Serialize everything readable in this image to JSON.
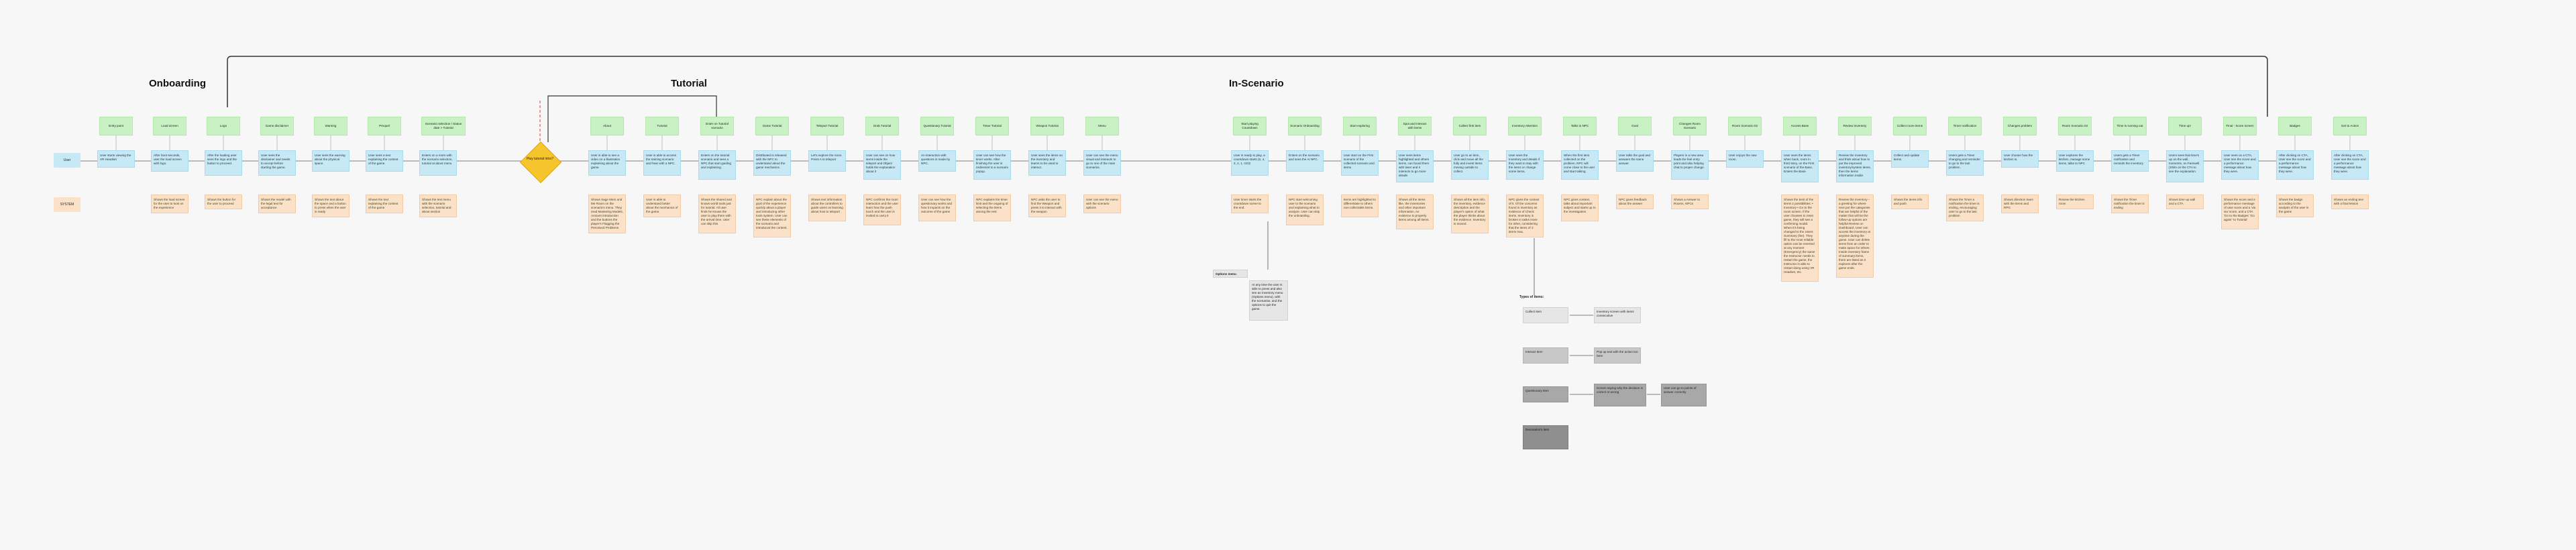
{
  "sections": {
    "onboarding": "Onboarding",
    "tutorial": "Tutorial",
    "in_scenario": "In-Scenario"
  },
  "lane_labels": {
    "user": "User",
    "system": "SYSTEM"
  },
  "decision": "Play tutorial intro?",
  "nodes": [
    {
      "title": "Entry point",
      "user": "User starts viewing the VR Headset",
      "system": ""
    },
    {
      "title": "Load screen",
      "user": "After boot seconds, user the load screen with logo.",
      "system": "Shows the load screen for the user to look on the experience"
    },
    {
      "title": "Logo",
      "user": "After the loading user sees the logo and the button to proceed.",
      "system": "Shows the button for the user to proceed"
    },
    {
      "title": "Game disclaimer",
      "user": "User sees the disclaimer and needs to accept before starting the game.",
      "system": "Shows the model with the legal text for acceptance"
    },
    {
      "title": "Warning",
      "user": "User sees the warning about the physical space.",
      "system": "Shows the text about the space and a button to press when the user is ready"
    },
    {
      "title": "Prequel",
      "user": "User sees a text explaining the context of the game.",
      "system": "Shows the text explaining the context of the game"
    },
    {
      "title": "Scenario selection / Status date > Tutorial",
      "user": "Enters on a room with the scenario selection, tutorial at about menu",
      "system": "Shows the text menu with the scenario selection, tutorial and about section"
    },
    {
      "title": "About",
      "user": "User is able to see a video on a illustration explaining about the game.",
      "system": "Shows Sage Mom and Me Room on the scenario's menu. They read Mastering Models, Amount introduction and the buttons the player's Flagging the Perceived Problems"
    },
    {
      "title": "Tutorial",
      "user": "User is able to access the training scenario and hear with a NPC.",
      "system": "User is able to understand better about the mechanics of the game."
    },
    {
      "title": "Enter on Tutorial scenario",
      "user": "Enters on the tutorial scenario and sees a NPC that start guiding and explaining.",
      "system": "Shows the shared and knows world tools just for tutorial. All user finds he knows the user to play them with the arrival time. User can skip this"
    },
    {
      "title": "Game Tutorial",
      "user": "Distributed is released with the NPC to understand about the game mechanics.",
      "system": "NPC explain about the goal of the experience quickly about a player and introducing other tools system. User can see these elements of the scenario and introduced the content."
    },
    {
      "title": "Teleport Tutorial",
      "user": "Let's explore the room. Press A to teleport",
      "system": "Shows text information about the controllers to guide users on learning about how to teleport"
    },
    {
      "title": "Grab Tutorial",
      "user": "User can see on how items inside the teleport and Object holds the explanation about it",
      "system": "NPC confirms the room interaction and the user learn how the push touch and the user is invited to carry it"
    },
    {
      "title": "Questionary Tutorial",
      "user": "An interaction with questions is made by NPC.",
      "system": "User can see how the questionary works and how it impacts on the outcome of the game"
    },
    {
      "title": "Timer Tutorial",
      "user": "User can see how the timer works. After finishing the user is redirected to a scenario popup.",
      "system": "NPC explains the timer limit and the ongoing of selecting the items among the rest"
    },
    {
      "title": "Weapon Tutorial",
      "user": "User sees the items on the inventory and learns to be used to interact.",
      "system": "NPC asks the user to find the Weapon and press it to interact with the weapon"
    },
    {
      "title": "Menu",
      "user": "User can see the menu visual and interacts to go to one of the main scenarios.",
      "system": "User can see the menu with the scenario options"
    },
    {
      "title": "Start playing Countdown",
      "user": "User is ready to play, a countdown starts (5, 4, 3, 2, 1, GO)!",
      "system": "User timer starts the countdown scene to the end."
    },
    {
      "title": "Scenario Onboarding",
      "user": "Enters on the scenario and sees the AI NPC.",
      "system": "NPC start welcoming user to the scenario and explaining what to analyze. User can skip the onboarding."
    },
    {
      "title": "Start exploring",
      "user": "User start on the First scenario of the collected scenario and items.",
      "system": "Items are highlighted to differentiate to others non-collectable items."
    },
    {
      "title": "Spot and Interact with items",
      "user": "User sees items highlighted and others items, can found them with laser and it interacts to go more details",
      "system": "Shows all the items like, the inventories and other important information. As evidence to properly items among all items."
    },
    {
      "title": "Collect first item",
      "user": "User go to an item, click and move all the fully and invest items moving outside to collect.",
      "system": "Shows all the item info, the inventory, evidence description and the player's option of what the player thinks about the evidence. Inventory is moved."
    },
    {
      "title": "Inventory Attention",
      "user": "User sees the Inventory and details if they want to stay with the items or change some items.",
      "system": "NPC gives the context of it. Of the concerns found in inventory as evidence of Check items. Inventory is broken in tasks more for other, considering that the items of 3 items max."
    },
    {
      "title": "Talks to NPC",
      "user": "When the first item collected on the problem, NPC will come close to the user and start talking.",
      "system": "NPC gives context, talks about important subject and starts up to the investigation"
    },
    {
      "title": "Goal",
      "user": "User talks the goal and answers the same answer.",
      "system": "NPC gives feedback about the answer"
    },
    {
      "title": "Changes Room Scenario",
      "user": "Players in a new area leads the feel entry point and also helping chat to proper change.",
      "system": "Shows a Answer to Rooms, NPCs"
    },
    {
      "title": "Room Scenario 02",
      "user": "User enjoys the new room.",
      "system": ""
    },
    {
      "title": "Access Base",
      "user": "User sees the items when back, room in third story, on the First scenario of the Base, Enters the Base.",
      "system": "Shows the best of the items 2 possibilities: • Inventory • Go to the room screen. If the user chooses to reset game, they will see a confirming modal. When it's being changed to the Users Summary (fire). They fill to the most reliable option can be reverted at any moment (Emergency) the same the Instructor needs to restart the game, the Instructor is able to restart doing using VR Headset, etc."
    },
    {
      "title": "Review inventory",
      "user": "Review the inventory and think about how to put the improved inventory/system items, then the items information inside.",
      "system": "Review the inventory – a greeting for where next put the categories that are helpful of the matter that will be the follow-up options are helpful-Review on Dashboard. User can access the inventory at anytime during the game. User can delete items from an order to make space for others. Inside inventory frame of summary items, there are listed as it explores after the game ends."
    },
    {
      "title": "Collect more items",
      "user": "Collect and update items.",
      "system": "Shows the items info and push"
    },
    {
      "title": "Timer notification",
      "user": "Users gets a Timer changing and reminder to go to the last problem.",
      "system": "Shows the Timer a notification the timer is ending, encouraging user to go to the last problem"
    },
    {
      "title": "Changes problem",
      "user": "User choose how the kitchen is.",
      "system": "Shows direction team with the items and RPG"
    },
    {
      "title": "Room Scenario 03",
      "user": "User explores the kitchen, manage some items, talks to NPC",
      "system": "Review the kitchen room"
    },
    {
      "title": "Time is running out",
      "user": "Users gets a Timer notification and reminds the inventory",
      "system": "Shows the Timer notification the timer is ending"
    },
    {
      "title": "Time up!",
      "user": "Users sees that time's up on the wall, moments, on Farewell. (Shits on the CTA to see the explanation.",
      "system": "Shows time up wall and a CTA"
    },
    {
      "title": "Final - Score screen",
      "user": "User sees on a CTA, User see the score and a performance message about how they were.",
      "system": "Shows the score and a performance message of user score and a 'via via' score, and a CTA 'Go to the Badges' 'Go again' 'to Tutorial'"
    },
    {
      "title": "Badges",
      "user": "After clicking on CTA, User see the score and a performance message about how they were.",
      "system": "Shows the badge according to the analysis of the user in the game"
    },
    {
      "title": "Get to Action",
      "user": "After clicking on CTA, User see the score and a performance message about how they were.",
      "system": "Shows an ending text with a final lesson"
    }
  ],
  "menu_options": {
    "title": "Options menu",
    "text": "At any time the user is able to press and also see an inventory menu (Options menu), with the scenarios, and the options to quit the game."
  },
  "legend": {
    "title": "Types of items:",
    "rows": [
      {
        "item": "Collect item",
        "result": "Inventory screen with items consecutive"
      },
      {
        "item": "Interact Item",
        "result": "Pop up text with the action too here"
      },
      {
        "item": "Questionary item",
        "result": "Screen saying why the decision is correct or wrong",
        "extra": "User can go to points of answer correctly"
      },
      {
        "item": "Decoration's item",
        "result": ""
      }
    ]
  },
  "colors": {
    "system_step": "#c9f2c4",
    "user_action": "#c7e9f5",
    "system_response": "#fbe1c8",
    "decision": "#f6c42c"
  }
}
